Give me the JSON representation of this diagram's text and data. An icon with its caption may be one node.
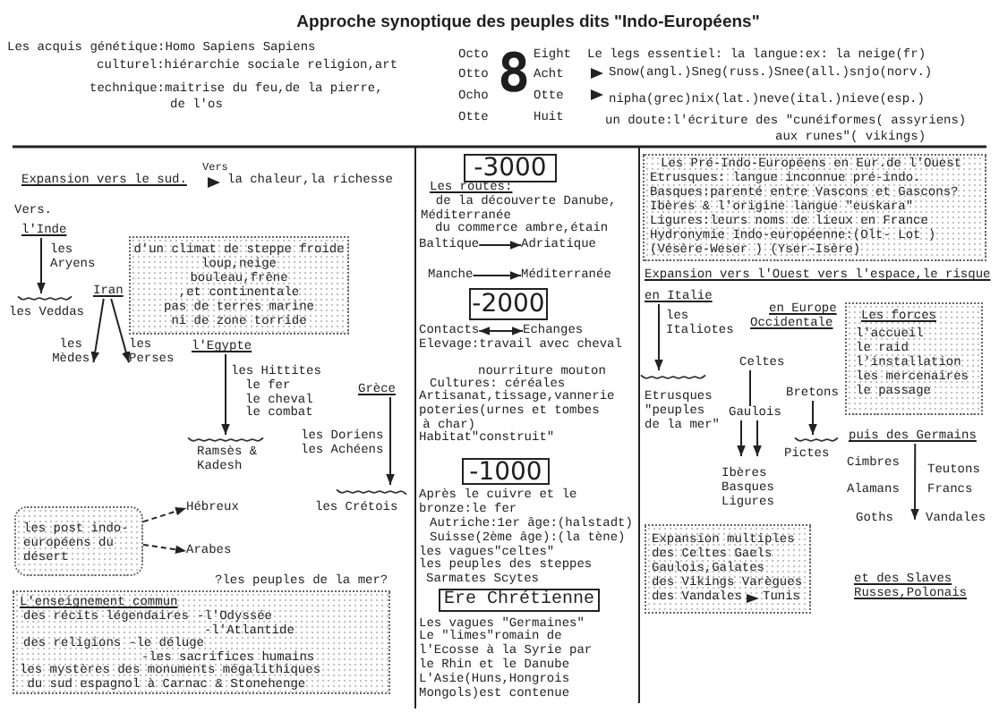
{
  "diagram": {
    "title": "Approche synoptique des peuples dits \"Indo-Européens\"",
    "nodes": [
      {
        "text": [
          "l'Inde"
        ]
      },
      {
        "text": [
          "les Veddas"
        ]
      },
      {
        "text": [
          "Iran"
        ]
      },
      {
        "text": [
          "les Mèdes"
        ]
      },
      {
        "text": [
          "les Perses"
        ]
      },
      {
        "text": [
          "d'un climat de steppe froide",
          "loup,neige",
          "bouleau,frêne",
          ",et continentale",
          "pas de terres marine",
          "ni de zone torride"
        ]
      },
      {
        "text": [
          "l'Egypte"
        ]
      },
      {
        "text": [
          "Grèce"
        ]
      },
      {
        "text": [
          "Ramsès & Kadesh"
        ]
      },
      {
        "text": [
          "les Crétois"
        ]
      },
      {
        "text": [
          "les post indo-européens du désert"
        ]
      },
      {
        "text": [
          "Hébreux"
        ]
      },
      {
        "text": [
          "Arabes"
        ]
      },
      {
        "text": [
          "L'enseignement commun",
          "des récits légendaires",
          "-l'Odyssée",
          "-l'Atlantide",
          "des religions",
          "-le déluge",
          "-les sacrifices humains",
          "les mystères des monuments mégalithiques du sud espagnol à Carnac & Stonehenge"
        ]
      },
      {
        "text": [
          "-3000"
        ]
      },
      {
        "text": [
          "Baltique"
        ]
      },
      {
        "text": [
          "Adriatique"
        ]
      },
      {
        "text": [
          "Manche"
        ]
      },
      {
        "text": [
          "Méditerranée"
        ]
      },
      {
        "text": [
          "-2000"
        ]
      },
      {
        "text": [
          "Contacts"
        ]
      },
      {
        "text": [
          "Echanges"
        ]
      },
      {
        "text": [
          "-1000"
        ]
      },
      {
        "text": [
          "Ere Chrétienne"
        ]
      },
      {
        "text": [
          "Les Pré-Indo-Européens en Eur.de l'Ouest",
          "Etrusques: langue inconnue pré-indo.",
          "Basques:parenté entre Vascons et Gascons?",
          "Ibères & l'origine langue \"euskara\"",
          "Ligures:leurs noms de lieux en France",
          "Hydronymie Indo-européenne:(Olt- Lot ) (Vésère-Weser ) (Yser-Isère)"
        ]
      },
      {
        "text": [
          "en Italie"
        ]
      },
      {
        "text": [
          "Etrusques \"peuples de la mer\""
        ]
      },
      {
        "text": [
          "Celtes"
        ]
      },
      {
        "text": [
          "Gaulois"
        ]
      },
      {
        "text": [
          "Ibères Basques Ligures"
        ]
      },
      {
        "text": [
          "Bretons"
        ]
      },
      {
        "text": [
          "Pictes"
        ]
      },
      {
        "text": [
          "Les forces",
          "l'accueil",
          "le raid",
          "l'installation",
          "les mercenaires",
          "le passage"
        ]
      },
      {
        "text": [
          "puis des Germains"
        ]
      },
      {
        "text": [
          "Vandales"
        ]
      },
      {
        "text": [
          "Expansion multiples",
          "des Celtes Gaels Gaulois,Galates",
          "des Vikings Varègues",
          "des Vandales",
          "Tunis"
        ]
      }
    ],
    "edges": [
      {
        "from": 0,
        "to": 1,
        "arrow": "to",
        "label": "les Aryens"
      },
      {
        "from": 2,
        "to": 3,
        "arrow": "to"
      },
      {
        "from": 2,
        "to": 4,
        "arrow": "to"
      },
      {
        "from": 6,
        "to": 8,
        "arrow": "to",
        "label": "les Hittites"
      },
      {
        "from": 7,
        "to": 9,
        "arrow": "to",
        "label": "les Doriens les Achéens"
      },
      {
        "from": 10,
        "to": 11,
        "arrow": "to",
        "style": "dashed"
      },
      {
        "from": 10,
        "to": 12,
        "arrow": "to",
        "style": "dashed"
      },
      {
        "from": 15,
        "to": 16,
        "arrow": "to"
      },
      {
        "from": 17,
        "to": 18,
        "arrow": "to"
      },
      {
        "from": 20,
        "to": 21,
        "arrow": "both"
      },
      {
        "from": 25,
        "to": 26,
        "arrow": "to",
        "label": "les Italiotes"
      },
      {
        "from": 28,
        "to": 29,
        "arrow": "to"
      },
      {
        "from": 28,
        "to": 29,
        "arrow": "to"
      },
      {
        "from": 30,
        "to": 31,
        "arrow": "to"
      },
      {
        "from": 33,
        "to": 34,
        "arrow": "to"
      },
      {
        "from": 27,
        "to": 28,
        "arrow": "none"
      }
    ],
    "labels": [
      "Les acquis génétique:Homo Sapiens Sapiens",
      "culturel:hiérarchie sociale religion,art",
      "technique:maitrise du feu,de la pierre, de l'os",
      "Octo",
      "Otto",
      "Ocho",
      "Otte",
      "8",
      "Eight",
      "Acht",
      "Otte",
      "Huit",
      "Le legs essentiel: la langue:ex: la neige(fr)",
      "Snow(angl.)Sneg(russ.)Snee(all.)snjo(norv.)",
      "nipha(grec)nix(lat.)neve(ital.)nieve(esp.)",
      "un doute:l'écriture des \"cunéiformes( assyriens) aux runes\"( vikings)",
      "Expansion vers le sud.",
      "Vers",
      "la chaleur,la richesse",
      "Vers.",
      "le fer",
      "le cheval",
      "le combat",
      "?les peuples de la mer?",
      "Les routes:",
      "de la découverte Danube, Méditerranée",
      "du commerce ambre,étain",
      "Elevage:travail avec cheval",
      "nourriture mouton",
      "Cultures: céréales",
      "Artisanat,tissage,vannerie",
      "poteries(urnes et tombes à char)",
      "Habitat\"construit\"",
      "Après le cuivre et le bronze:le fer",
      "Autriche:1er âge:(halstadt)",
      "Suisse(2ème âge):(la tène)",
      "les vagues\"celtes\"",
      "les peuples des steppes",
      "Sarmates Scytes",
      "Les vagues \"Germaines\"",
      "Le \"limes\"romain de l'Ecosse à la Syrie par le Rhin et le Danube",
      "L'Asie(Huns,Hongrois Mongols)est contenue",
      "Expansion vers l'Ouest vers l'espace,le risque",
      "en Europe Occidentale",
      "Cimbres",
      "Teutons",
      "Alamans",
      "Francs",
      "Goths",
      "et des Slaves Russes,Polonais"
    ]
  }
}
